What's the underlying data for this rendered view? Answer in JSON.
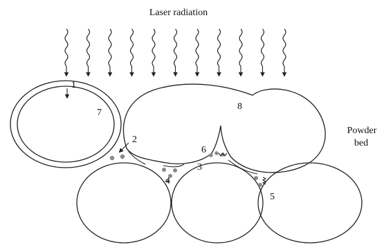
{
  "diagram": {
    "title": "Laser radiation",
    "side_label_line1": "Powder",
    "side_label_line2": "bed",
    "labels": [
      "1",
      "2",
      "3",
      "4",
      "5",
      "6",
      "7",
      "8"
    ],
    "laser_ray_count": 11,
    "colors": {
      "stroke": "#222222",
      "particle": "#8a8a8a",
      "background": "#ffffff"
    }
  }
}
